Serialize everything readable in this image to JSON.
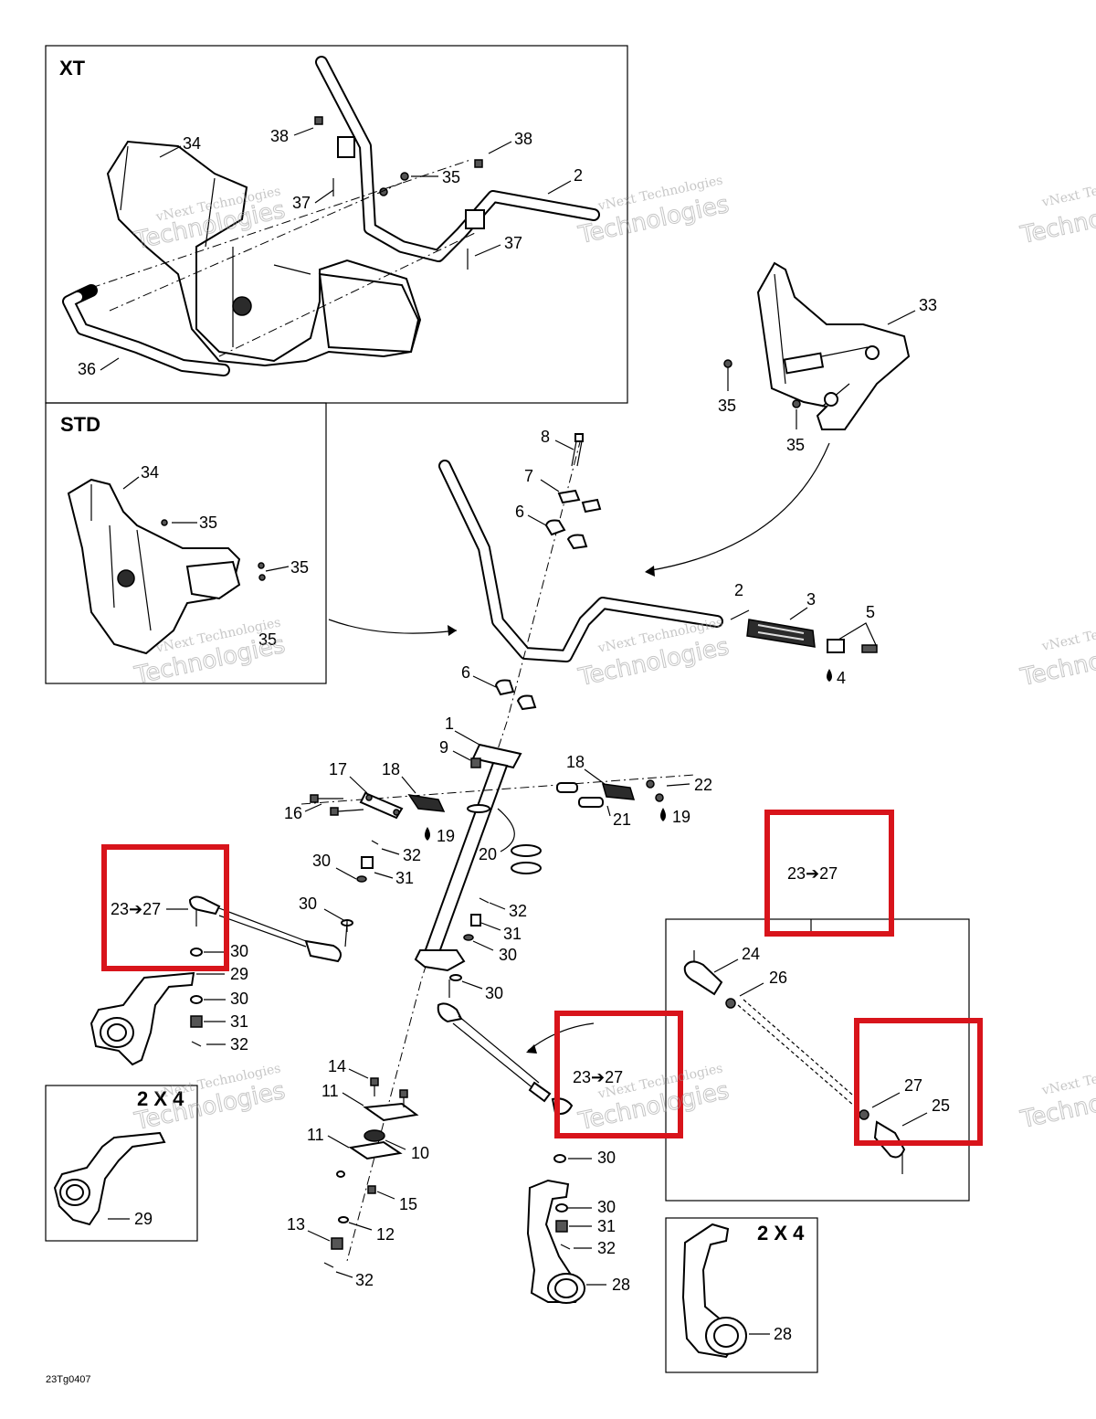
{
  "diagram": {
    "drawing_code": "23Tg0407",
    "panels": {
      "xt": "XT",
      "std": "STD",
      "two_by_four_left": "2 X 4",
      "two_by_four_right": "2 X 4"
    },
    "watermark": {
      "line1": "vNext Technologies",
      "line2": "Technologies"
    },
    "callouts": [
      {
        "id": "c-xt-34",
        "text": "34"
      },
      {
        "id": "c-xt-38a",
        "text": "38"
      },
      {
        "id": "c-xt-38b",
        "text": "38"
      },
      {
        "id": "c-xt-35",
        "text": "35"
      },
      {
        "id": "c-xt-2",
        "text": "2"
      },
      {
        "id": "c-xt-37a",
        "text": "37"
      },
      {
        "id": "c-xt-37b",
        "text": "37"
      },
      {
        "id": "c-xt-36",
        "text": "36"
      },
      {
        "id": "c-33",
        "text": "33"
      },
      {
        "id": "c-33-35a",
        "text": "35"
      },
      {
        "id": "c-33-35b",
        "text": "35"
      },
      {
        "id": "c-std-34",
        "text": "34"
      },
      {
        "id": "c-std-35a",
        "text": "35"
      },
      {
        "id": "c-std-35b",
        "text": "35"
      },
      {
        "id": "c-std-35c",
        "text": "35"
      },
      {
        "id": "c-8",
        "text": "8"
      },
      {
        "id": "c-7",
        "text": "7"
      },
      {
        "id": "c-6a",
        "text": "6"
      },
      {
        "id": "c-2",
        "text": "2"
      },
      {
        "id": "c-3",
        "text": "3"
      },
      {
        "id": "c-5",
        "text": "5"
      },
      {
        "id": "c-4",
        "text": "4"
      },
      {
        "id": "c-6b",
        "text": "6"
      },
      {
        "id": "c-1",
        "text": "1"
      },
      {
        "id": "c-9",
        "text": "9"
      },
      {
        "id": "c-17",
        "text": "17"
      },
      {
        "id": "c-18a",
        "text": "18"
      },
      {
        "id": "c-18b",
        "text": "18"
      },
      {
        "id": "c-22",
        "text": "22"
      },
      {
        "id": "c-16",
        "text": "16"
      },
      {
        "id": "c-21",
        "text": "21"
      },
      {
        "id": "c-19a",
        "text": "19"
      },
      {
        "id": "c-19b",
        "text": "19"
      },
      {
        "id": "c-20",
        "text": "20"
      },
      {
        "id": "c-30a",
        "text": "30"
      },
      {
        "id": "c-32a",
        "text": "32"
      },
      {
        "id": "c-31a",
        "text": "31"
      },
      {
        "id": "c-30b",
        "text": "30"
      },
      {
        "id": "c-32b",
        "text": "32"
      },
      {
        "id": "c-31b",
        "text": "31"
      },
      {
        "id": "c-30c",
        "text": "30"
      },
      {
        "id": "c-30d",
        "text": "30"
      },
      {
        "id": "c-left-27",
        "text": "23➔27"
      },
      {
        "id": "c-left-30a",
        "text": "30"
      },
      {
        "id": "c-left-29",
        "text": "29"
      },
      {
        "id": "c-left-30b",
        "text": "30"
      },
      {
        "id": "c-left-31",
        "text": "31"
      },
      {
        "id": "c-left-32",
        "text": "32"
      },
      {
        "id": "c-14",
        "text": "14"
      },
      {
        "id": "c-11a",
        "text": "11"
      },
      {
        "id": "c-11b",
        "text": "11"
      },
      {
        "id": "c-10",
        "text": "10"
      },
      {
        "id": "c-15",
        "text": "15"
      },
      {
        "id": "c-13",
        "text": "13"
      },
      {
        "id": "c-12",
        "text": "12"
      },
      {
        "id": "c-32c",
        "text": "32"
      },
      {
        "id": "c-2x4-29",
        "text": "29"
      },
      {
        "id": "c-mid-27",
        "text": "23➔27"
      },
      {
        "id": "c-r-30a",
        "text": "30"
      },
      {
        "id": "c-r-30b",
        "text": "30"
      },
      {
        "id": "c-r-31",
        "text": "31"
      },
      {
        "id": "c-r-32",
        "text": "32"
      },
      {
        "id": "c-r-28",
        "text": "28"
      },
      {
        "id": "c-box-27",
        "text": "23➔27"
      },
      {
        "id": "c-24",
        "text": "24"
      },
      {
        "id": "c-26",
        "text": "26"
      },
      {
        "id": "c-27",
        "text": "27"
      },
      {
        "id": "c-25",
        "text": "25"
      },
      {
        "id": "c-2x4-28",
        "text": "28"
      }
    ]
  }
}
